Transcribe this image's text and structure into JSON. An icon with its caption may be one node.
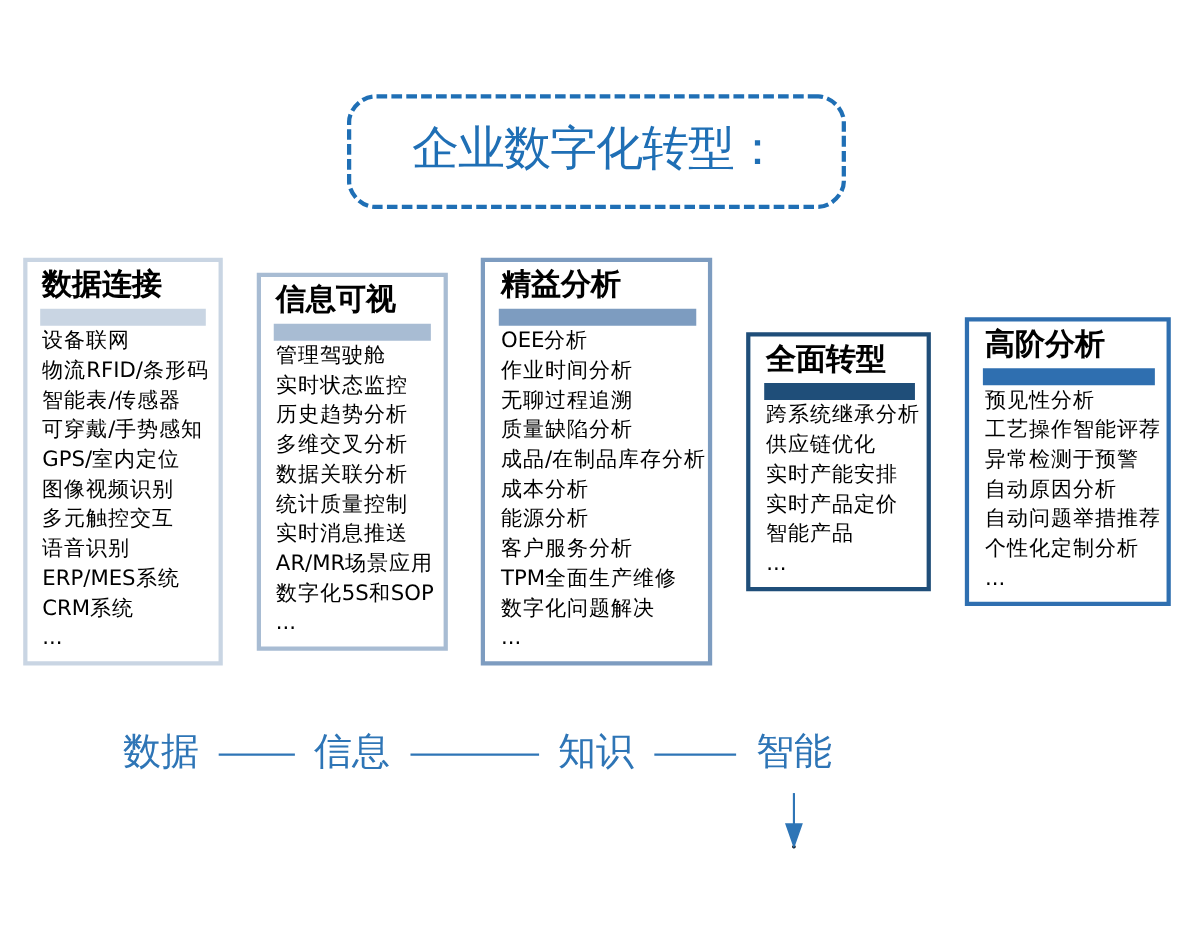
{
  "diagram": {
    "nodes": [
      {
        "text": [
          "企业数字化转型："
        ]
      },
      {
        "text": [
          "数据连接",
          "设备联网",
          "物流RFID/条形码",
          "智能表/传感器",
          "可穿戴/手势感知",
          "GPS/室内定位",
          "图像视频识别",
          "多元触控交互",
          "语音识别",
          "ERP/MES系统",
          "CRM系统",
          "..."
        ]
      },
      {
        "text": [
          "信息可视",
          "管理驾驶舱",
          "实时状态监控",
          "历史趋势分析",
          "多维交叉分析",
          "数据关联分析",
          "统计质量控制",
          "实时消息推送",
          "AR/MR场景应用",
          "数字化5S和SOP",
          "..."
        ]
      },
      {
        "text": [
          "精益分析",
          "OEE分析",
          "作业时间分析",
          "无聊过程追溯",
          "质量缺陷分析",
          "成品/在制品库存分析",
          "成本分析",
          "能源分析",
          "客户服务分析",
          "TPM全面生产维修",
          "数字化问题解决",
          "..."
        ]
      },
      {
        "text": [
          "高阶分析",
          "预见性分析",
          "工艺操作智能评荐",
          "异常检测于预警",
          "自动原因分析",
          "自动问题举措推荐",
          "个性化定制分析",
          "..."
        ]
      },
      {
        "text": [
          "全面转型",
          "跨系统继承分析",
          "供应链优化",
          "实时产能安排",
          "实时产品定价",
          "智能产品",
          "..."
        ]
      },
      {
        "text": [
          "数据"
        ]
      },
      {
        "text": [
          "信息"
        ]
      },
      {
        "text": [
          "知识"
        ]
      },
      {
        "text": [
          "智能"
        ]
      }
    ],
    "edges": [
      {
        "from": 6,
        "to": 7,
        "arrow": "none"
      },
      {
        "from": 7,
        "to": 8,
        "arrow": "none"
      },
      {
        "from": 8,
        "to": 9,
        "arrow": "none"
      },
      {
        "from": 9,
        "to": null,
        "arrow": "to"
      }
    ]
  }
}
